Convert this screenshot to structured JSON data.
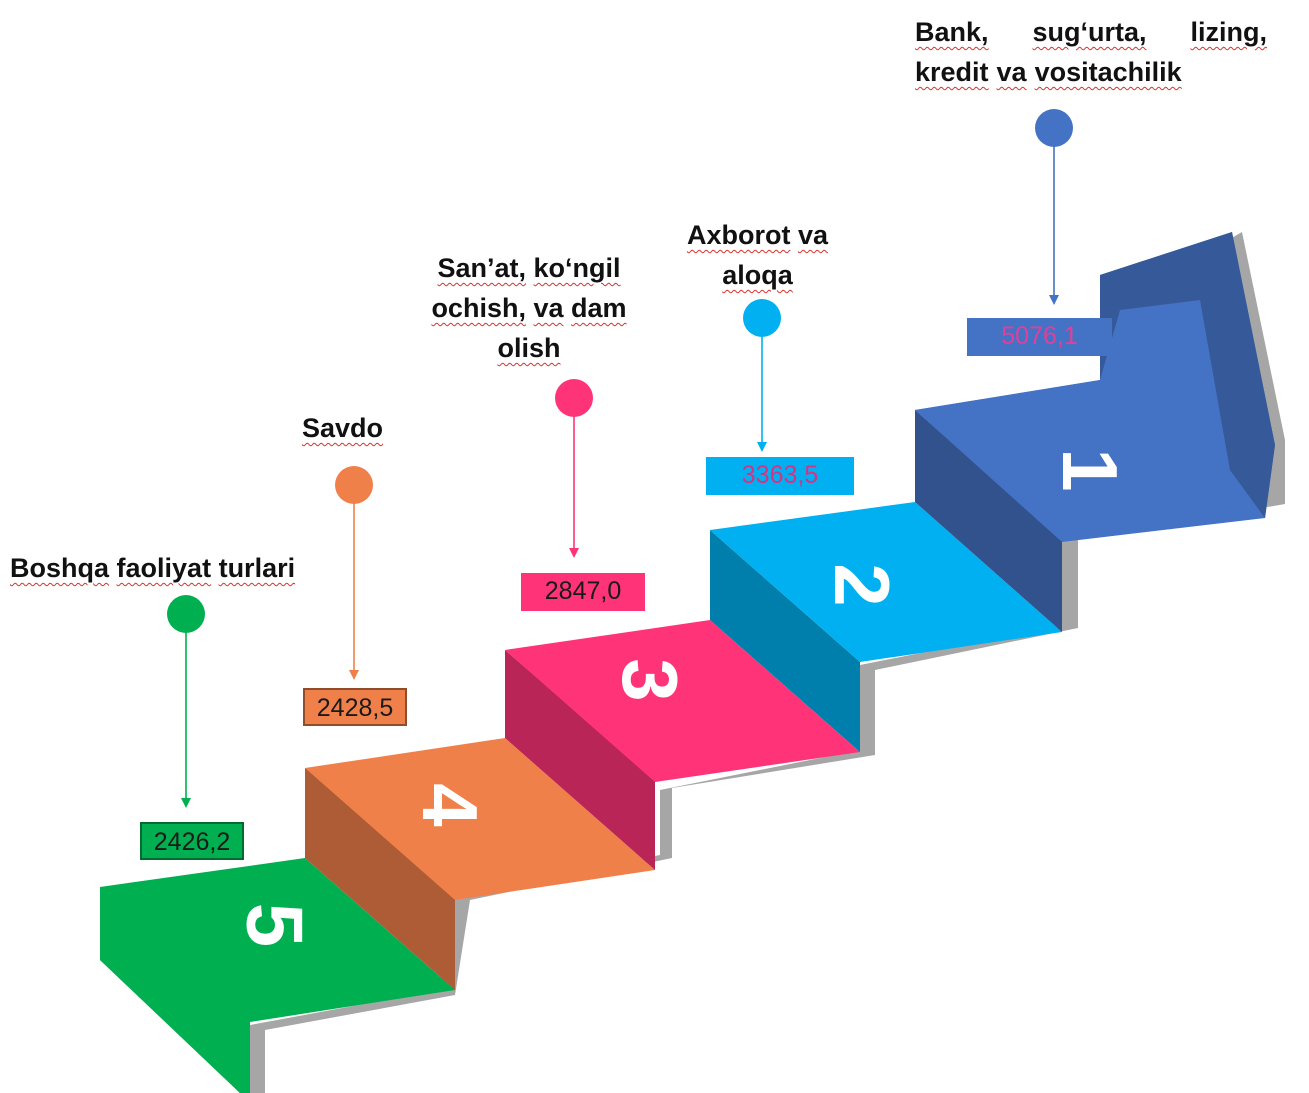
{
  "items": [
    {
      "rank": "5",
      "label_lines": [
        [
          "Boshqa",
          "faoliyat",
          "turlari"
        ]
      ],
      "value": "2426,2",
      "color": "#00b050",
      "value_text_color": "#1a1a1a"
    },
    {
      "rank": "4",
      "label_lines": [
        [
          "Savdo"
        ]
      ],
      "value": "2428,5",
      "color": "#f0804a",
      "value_text_color": "#1a1a1a"
    },
    {
      "rank": "3",
      "label_lines": [
        [
          "San’at,",
          "ko‘ngil"
        ],
        [
          "ochish,",
          "va",
          "dam"
        ],
        [
          "olish"
        ]
      ],
      "value": "2847,0",
      "color": "#ff3377",
      "value_text_color": "#1a1a1a"
    },
    {
      "rank": "2",
      "label_lines": [
        [
          "Axborot",
          "va"
        ],
        [
          "aloqa"
        ]
      ],
      "value": "3363,5",
      "color": "#00b0f0",
      "value_text_color": "#d63384"
    },
    {
      "rank": "1",
      "label_lines": [
        [
          "Bank,",
          "sug‘urta,",
          "lizing,"
        ],
        [
          "kredit",
          "va",
          "vositachilik"
        ]
      ],
      "value": "5076,1",
      "color": "#4472c4",
      "value_text_color": "#e0409a"
    }
  ]
}
